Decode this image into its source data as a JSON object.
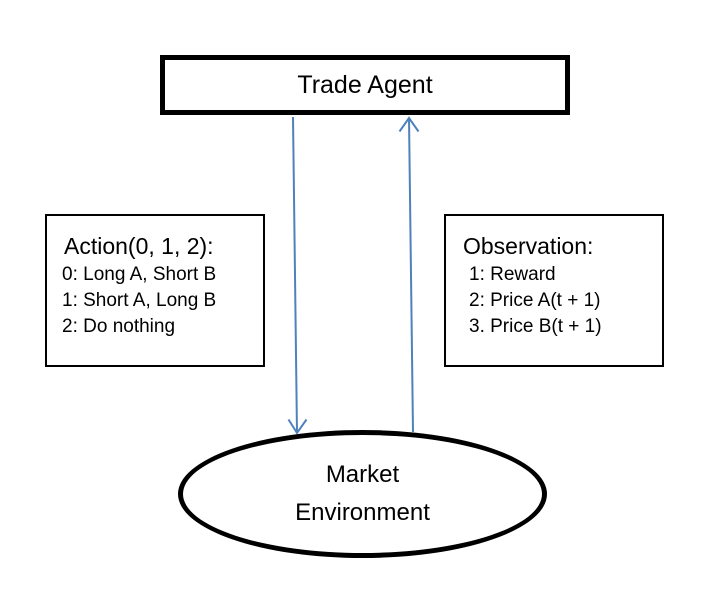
{
  "colors": {
    "arrow": "#4f81bd",
    "border": "#000000",
    "background": "#ffffff",
    "text": "#000000"
  },
  "agent_box": {
    "label": "Trade Agent"
  },
  "action_box": {
    "title": "Action(0, 1, 2):",
    "items": [
      "0: Long A, Short B",
      "1: Short A, Long B",
      "2: Do nothing"
    ]
  },
  "observation_box": {
    "title": "Observation:",
    "items": [
      "1: Reward",
      "2: Price A(t + 1)",
      "3. Price B(t + 1)"
    ]
  },
  "environment": {
    "line1": "Market",
    "line2": "Environment"
  },
  "arrows": {
    "action_arrow": {
      "from": "Trade Agent",
      "to": "Market Environment",
      "direction": "down"
    },
    "observation_arrow": {
      "from": "Market Environment",
      "to": "Trade Agent",
      "direction": "up"
    }
  }
}
